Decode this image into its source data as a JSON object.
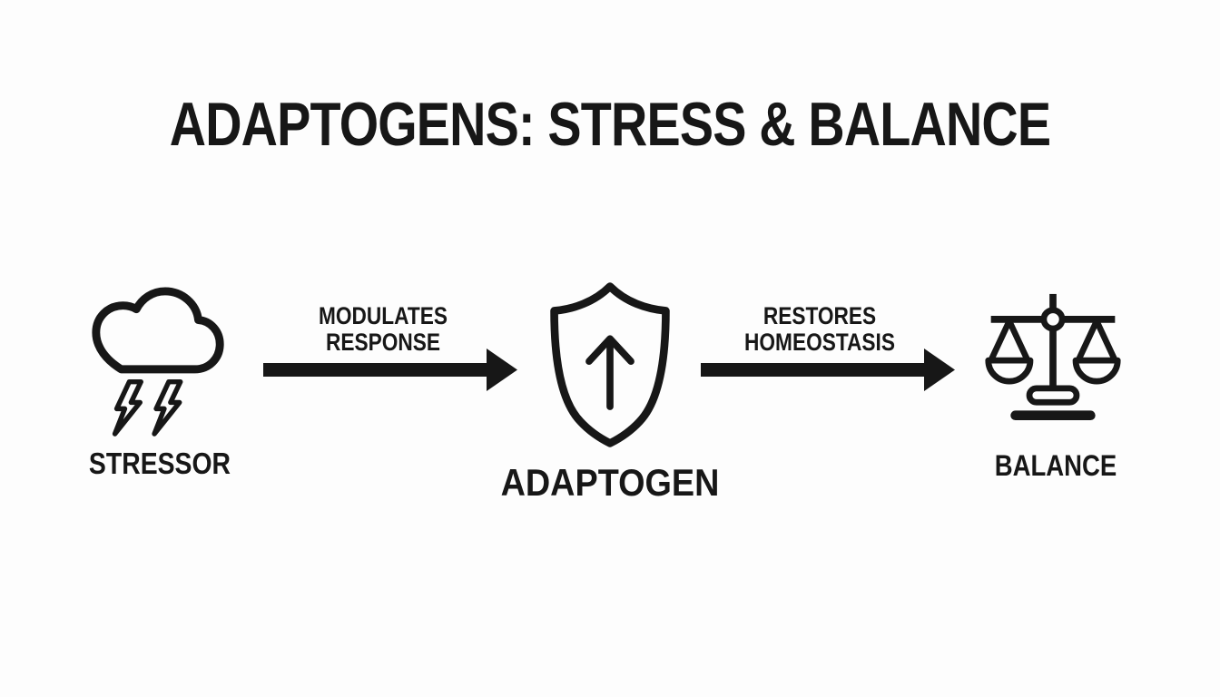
{
  "title": "ADAPTOGENS: STRESS & BALANCE",
  "flow": {
    "stressor": {
      "label": "STRESSOR",
      "icon": "storm-cloud-icon"
    },
    "adaptogen": {
      "label": "ADAPTOGEN",
      "icon": "shield-up-arrow-icon"
    },
    "balance": {
      "label": "BALANCE",
      "icon": "balance-scale-icon"
    },
    "arrow1": {
      "line1": "MODULATES",
      "line2": "RESPONSE"
    },
    "arrow2": {
      "line1": "RESTORES",
      "line2": "HOMEOSTASIS"
    }
  },
  "colors": {
    "ink": "#171717",
    "background": "#fdfdfd"
  }
}
